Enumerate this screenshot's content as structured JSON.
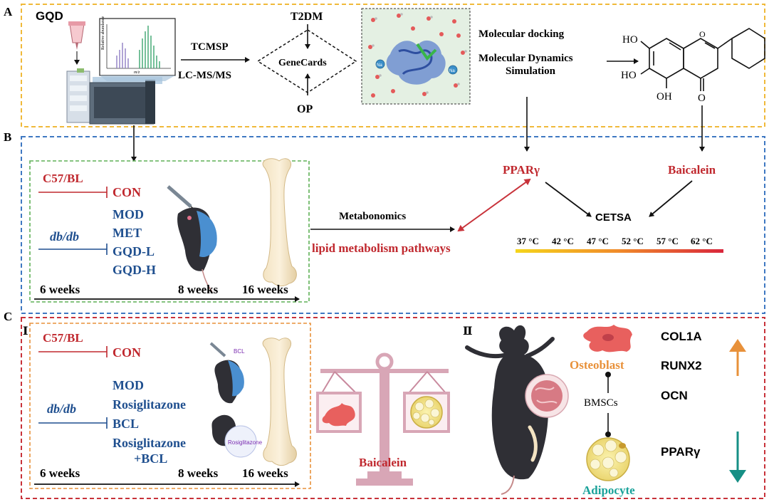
{
  "panels": {
    "a": {
      "letter": "A"
    },
    "b": {
      "letter": "B"
    },
    "c": {
      "letter": "C"
    }
  },
  "panel_a": {
    "gqd": "GQD",
    "spectrum": {
      "ylabel": "Relative abundance",
      "xlabel": "m/z"
    },
    "tcmsp": "TCMSP",
    "lcms": "LC-MS/MS",
    "t2dm": "T2DM",
    "genecards": "GeneCards",
    "op": "OP",
    "ion_label": "Na",
    "docking": "Molecular docking",
    "md_line1": "Molecular Dynamics",
    "md_line2": "Simulation",
    "structure": {
      "oh_top": "HO",
      "oh_mid": "HO",
      "oh_bottom": "OH",
      "carbonyl": "O",
      "ring_o": "O"
    }
  },
  "panel_b": {
    "c57": "C57/BL",
    "con": "CON",
    "dbdb": "db/db",
    "groups": [
      "MOD",
      "MET",
      "GQD-L",
      "GQD-H"
    ],
    "week6": "6 weeks",
    "week8": "8 weeks",
    "week16": "16 weeks",
    "metabonomics": "Metabonomics",
    "lipid": "lipid metabolism pathways",
    "ppar": "PPARγ",
    "baicalein": "Baicalein",
    "cetsa": "CETSA",
    "temps": [
      "37 °C",
      "42 °C",
      "47 °C",
      "52 °C",
      "57 °C",
      "62 °C"
    ]
  },
  "panel_c": {
    "roman1": "Ⅰ",
    "roman2": "Ⅱ",
    "c57": "C57/BL",
    "con": "CON",
    "dbdb": "db/db",
    "groups": [
      "MOD",
      "Rosiglitazone",
      "BCL",
      "Rosiglitazone",
      "+BCL"
    ],
    "bcl_tag": "BCL",
    "rosi_tag": "Rosiglitazone",
    "week6": "6 weeks",
    "week8": "8 weeks",
    "week16": "16 weeks",
    "baicalein": "Baicalein",
    "osteoblast": "Osteoblast",
    "bmscs": "BMSCs",
    "adipocyte": "Adipocyte",
    "markers": [
      "COL1A",
      "RUNX2",
      "OCN"
    ],
    "ppar": "PPARγ"
  },
  "colors": {
    "panel_a_border": "#f0b93a",
    "panel_b_border": "#3f78c2",
    "panel_c_border": "#c8323a",
    "red_text": "#c0282e",
    "blue_text": "#1f4f8f",
    "osteoblast_text": "#e8913a",
    "adipocyte_text": "#1aa29a",
    "up_arrow": "#e8913a",
    "down_arrow": "#168f85"
  }
}
